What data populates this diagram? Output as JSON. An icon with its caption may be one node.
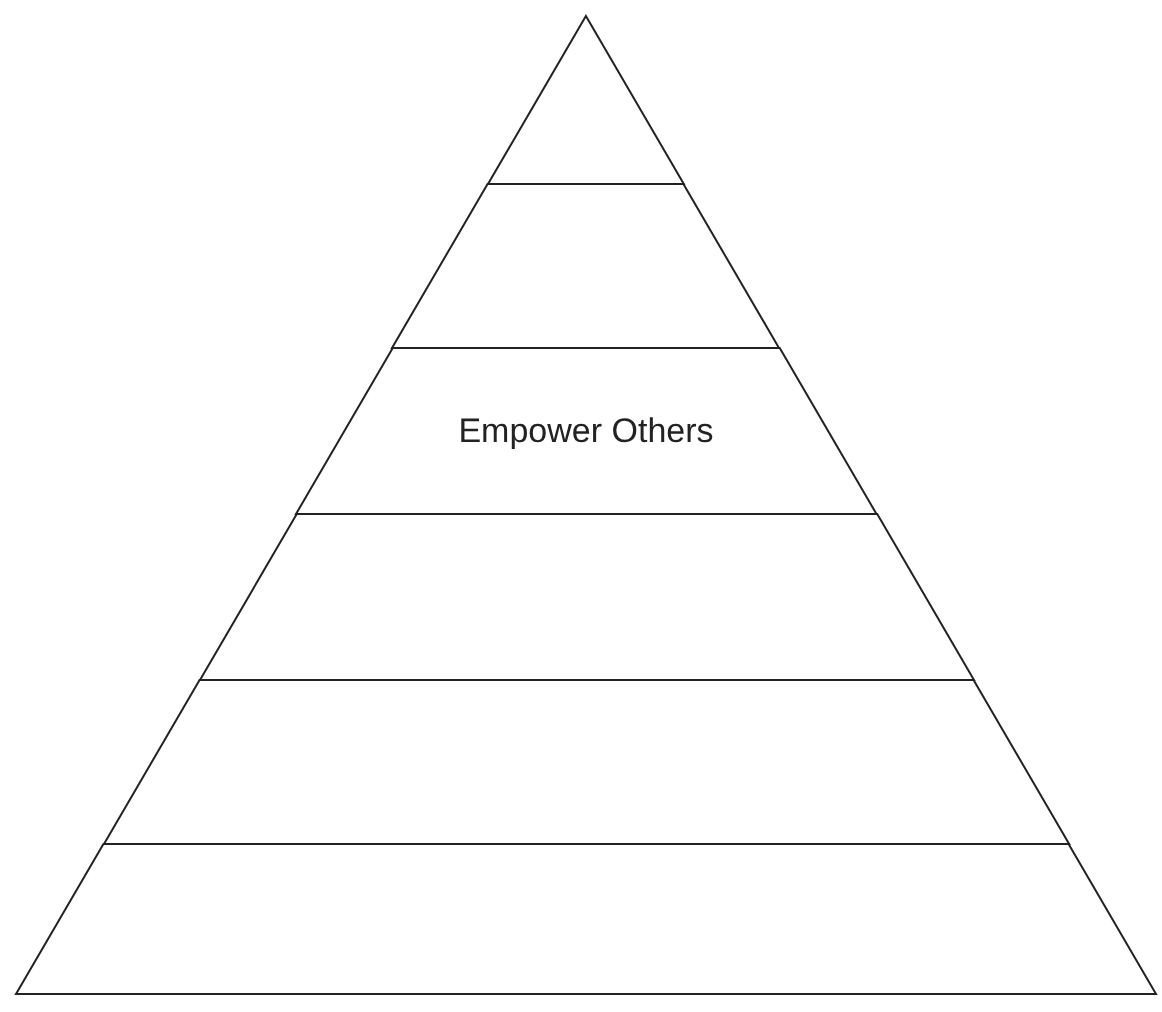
{
  "diagram": {
    "nodes": [
      {
        "text": [],
        "shape": "triangle"
      },
      {
        "text": [],
        "shape": "trapezoid"
      },
      {
        "text": [
          "Empower Others"
        ]
      },
      {
        "text": [],
        "shape": "trapezoid"
      },
      {
        "text": [],
        "shape": "trapezoid"
      },
      {
        "text": [],
        "shape": "trapezoid"
      }
    ]
  }
}
